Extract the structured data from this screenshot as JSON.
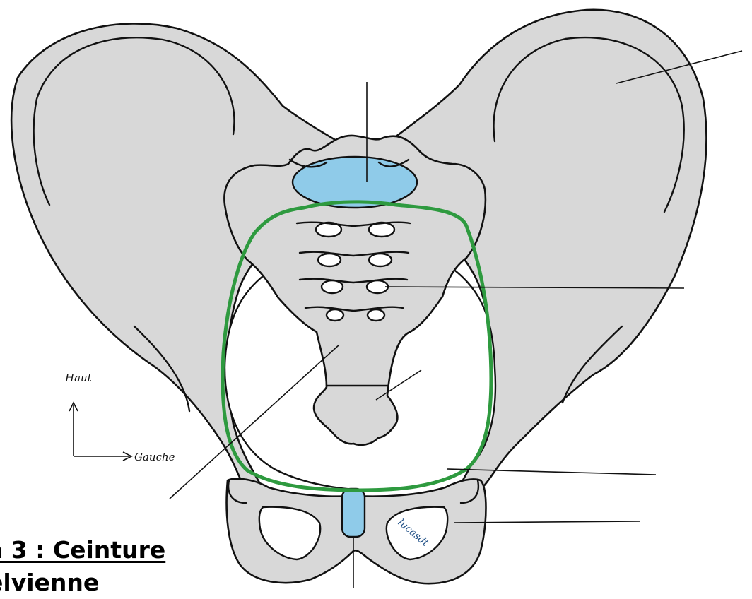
{
  "colors": {
    "bone": "#d8d8d8",
    "ink": "#111111",
    "cartilage": "#8fcbe9",
    "pelvic_brim": "#2e9a3f",
    "signature": "#1f4f86"
  },
  "orientation": {
    "up_label": "Haut",
    "left_label": "Gauche"
  },
  "signature": "lucasdt",
  "caption": {
    "line_1": "a 3 : Ceinture",
    "line_2": "elvienne"
  }
}
